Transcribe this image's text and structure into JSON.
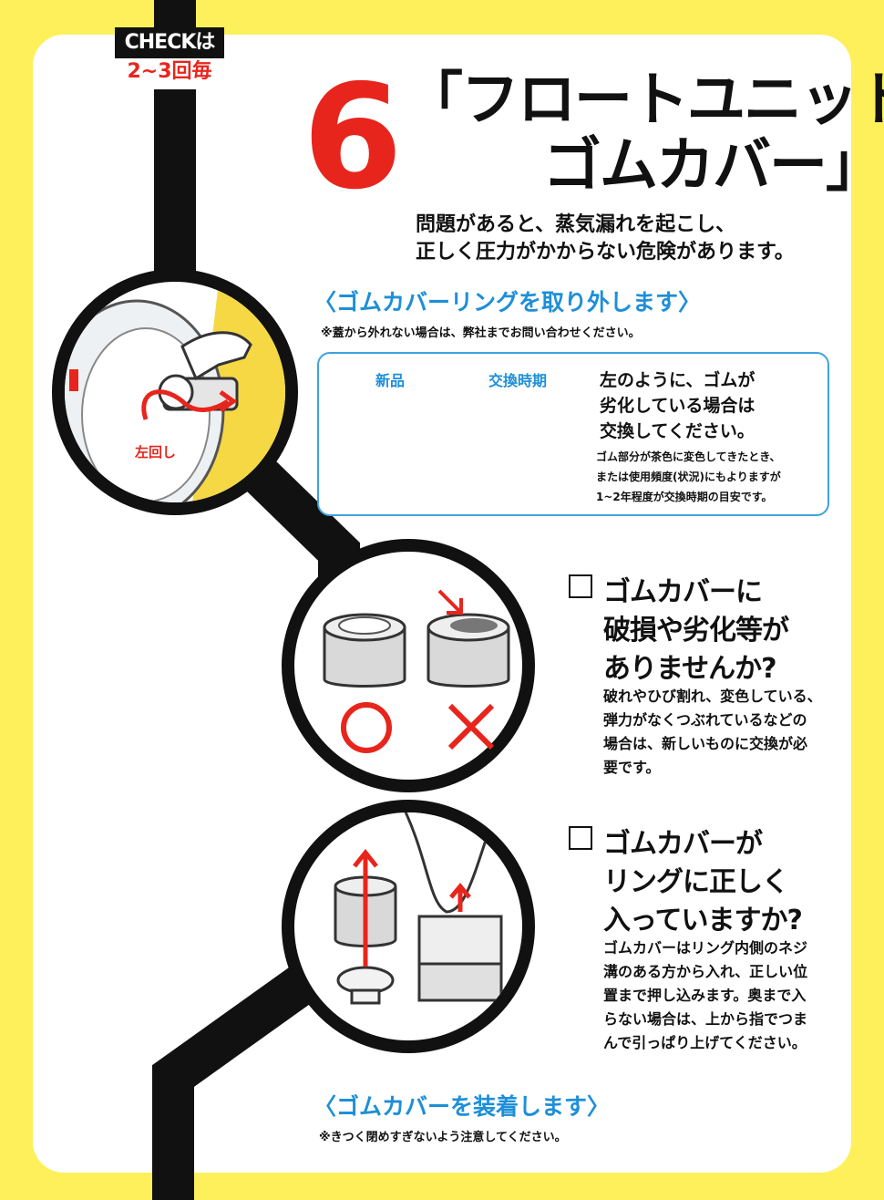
{
  "badge": {
    "line1": "CHECKは",
    "line2": "2~3回毎"
  },
  "step_number": "6",
  "title": {
    "line1": "「フロートユニット",
    "line2": "ゴムカバー」"
  },
  "warning": {
    "line1": "問題があると、蒸気漏れを起こし、",
    "line2": "正しく圧力がかからない危険があります。"
  },
  "section1": {
    "title": "〈ゴムカバーリングを取り外します〉",
    "note": "※蓋から外れない場合は、弊社までお問い合わせください。",
    "turn_label": "左回し"
  },
  "infobox": {
    "label_new": "新品",
    "label_replace": "交換時期",
    "heading": [
      "左のように、ゴムが",
      "劣化している場合は",
      "交換してください。"
    ],
    "body": [
      "ゴム部分が茶色に変色してきたとき、",
      "または使用頻度(状況)にもよりますが",
      "1~2年程度が交換時期の目安です。"
    ]
  },
  "check1": {
    "title": [
      "ゴムカバーに",
      "破損や劣化等が",
      "ありませんか?"
    ],
    "body": [
      "破れやひび割れ、変色している、",
      "弾力がなくつぶれているなどの",
      "場合は、新しいものに交換が必",
      "要です。"
    ]
  },
  "check2": {
    "title": [
      "ゴムカバーが",
      "リングに正しく",
      "入っていますか?"
    ],
    "body": [
      "ゴムカバーはリング内側のネジ",
      "溝のある方から入れ、正しい位",
      "置まで押し込みます。奥まで入",
      "らない場合は、上から指でつま",
      "んで引っぱり上げてください。"
    ]
  },
  "section2": {
    "title": "〈ゴムカバーを装着します〉",
    "note": "※きつく閉めすぎないよう注意してください。"
  },
  "colors": {
    "background": "#fdf05a",
    "accent_red": "#e8251c",
    "accent_blue": "#1d8fd8",
    "line": "#111111"
  }
}
